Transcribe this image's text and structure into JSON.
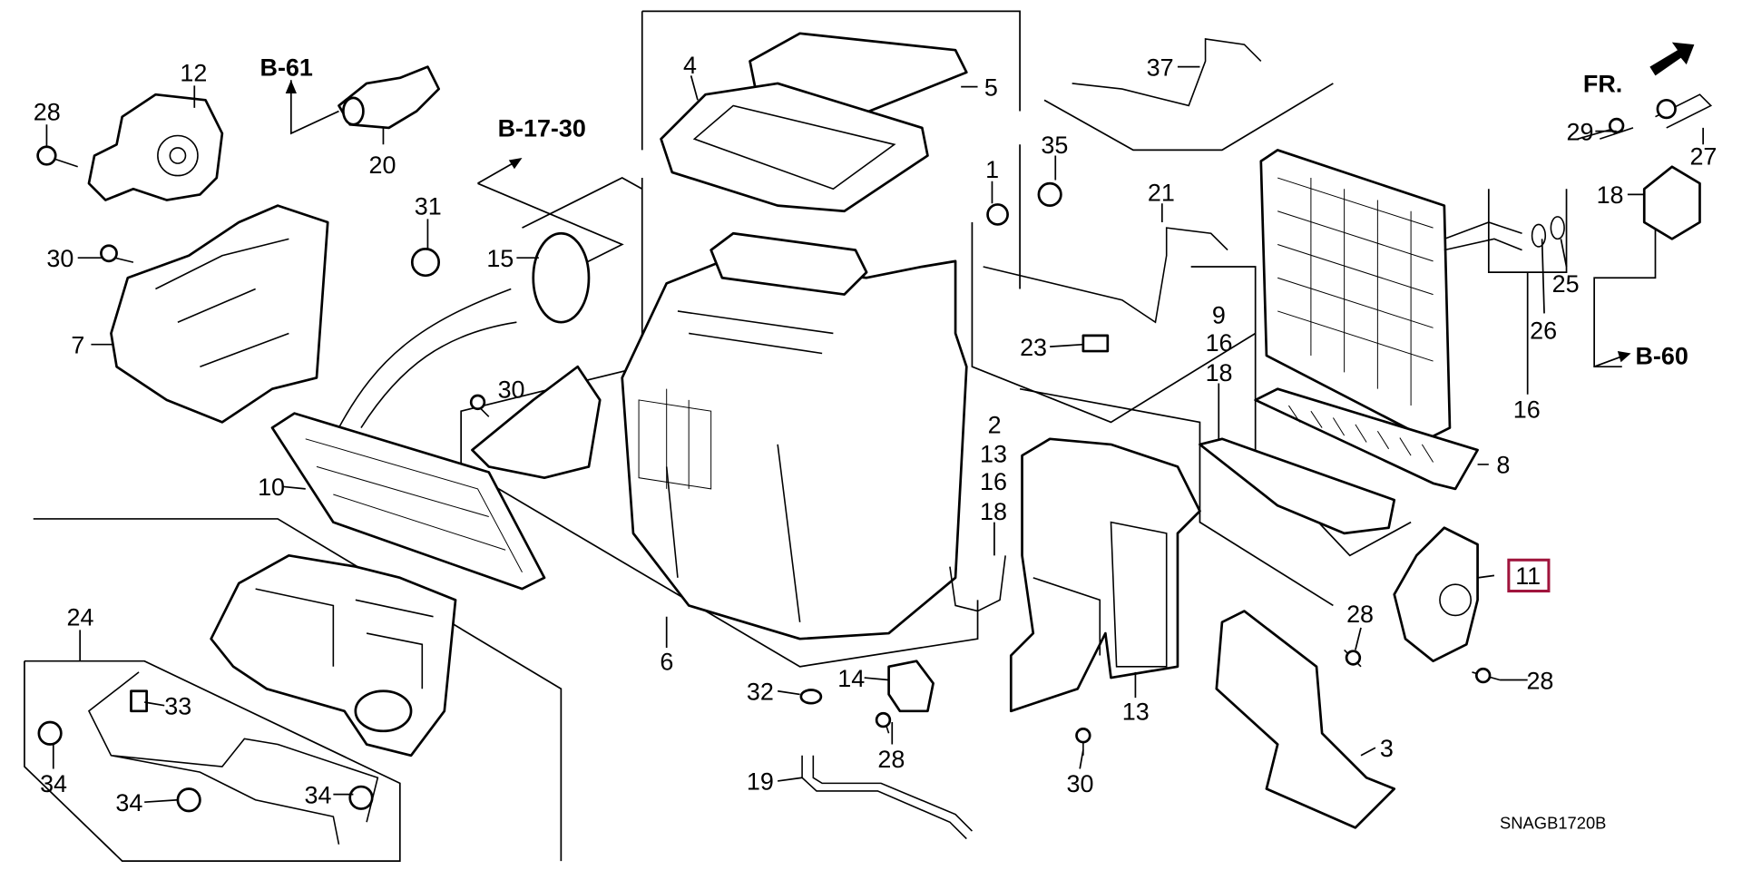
{
  "diagram": {
    "code": "SNAGB1720B",
    "highlight_color": "#a0143c",
    "highlighted_part": "11",
    "references": [
      "B-61",
      "B-17-30",
      "B-60"
    ],
    "direction": "FR.",
    "labels": [
      "28",
      "12",
      "20",
      "31",
      "15",
      "30",
      "7",
      "4",
      "5",
      "37",
      "35",
      "1",
      "21",
      "29",
      "27",
      "18",
      "25",
      "26",
      "16",
      "23",
      "9",
      "16",
      "18",
      "30",
      "2",
      "13",
      "16",
      "18",
      "8",
      "10",
      "11",
      "28",
      "28",
      "24",
      "33",
      "34",
      "34",
      "34",
      "6",
      "32",
      "14",
      "28",
      "13",
      "3",
      "30",
      "19"
    ]
  }
}
